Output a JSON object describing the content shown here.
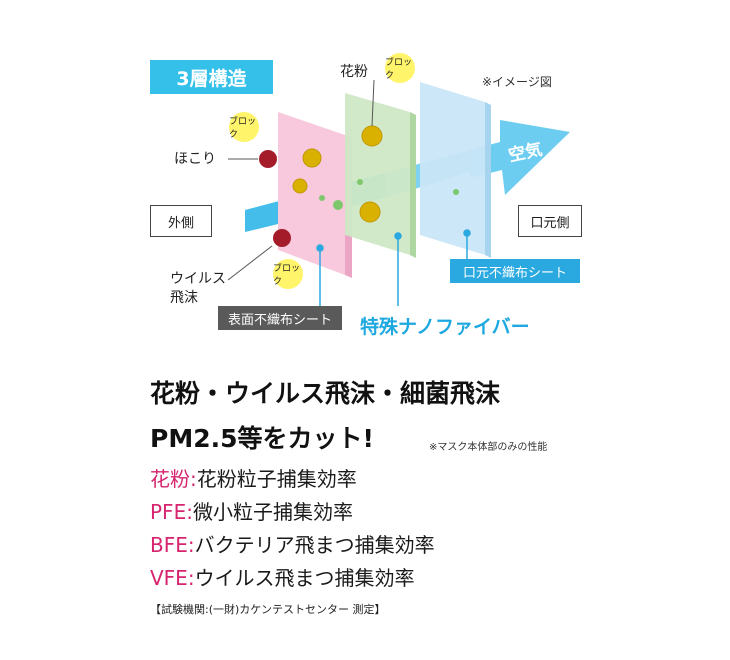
{
  "diagram": {
    "title": "3層構造",
    "image_note": "※イメージ図",
    "outside_label": "外側",
    "mouth_side_label": "口元側",
    "air_label": "空気",
    "pollen_label": "花粉",
    "dust_label": "ほこり",
    "virus_label_line1": "ウイルス",
    "virus_label_line2": "飛沫",
    "block_label": "ブロック",
    "surface_sheet": "表面不織布シート",
    "mouth_sheet": "口元不織布シート",
    "nanofiber": "特殊ナノファイバー",
    "colors": {
      "accent_blue": "#2aa9e0",
      "layer1": "#f8c9dd",
      "layer2": "#cfe8c6",
      "layer3": "#c9e6f7",
      "particle": "#c9a200",
      "virus": "#a41c2a",
      "block_bubble": "#fff46a"
    }
  },
  "headline": {
    "line1": "花粉・ウイルス飛沫・細菌飛沫",
    "line2": "PM2.5等をカット!",
    "note": "※マスク本体部のみの性能"
  },
  "efficiency": [
    {
      "key": "花粉:",
      "desc": "花粉粒子捕集効率"
    },
    {
      "key": "PFE:",
      "desc": "微小粒子捕集効率"
    },
    {
      "key": "BFE:",
      "desc": "バクテリア飛まつ捕集効率"
    },
    {
      "key": "VFE:",
      "desc": "ウイルス飛まつ捕集効率"
    }
  ],
  "footer": "【試験機関:(一財)カケンテストセンター 測定】"
}
